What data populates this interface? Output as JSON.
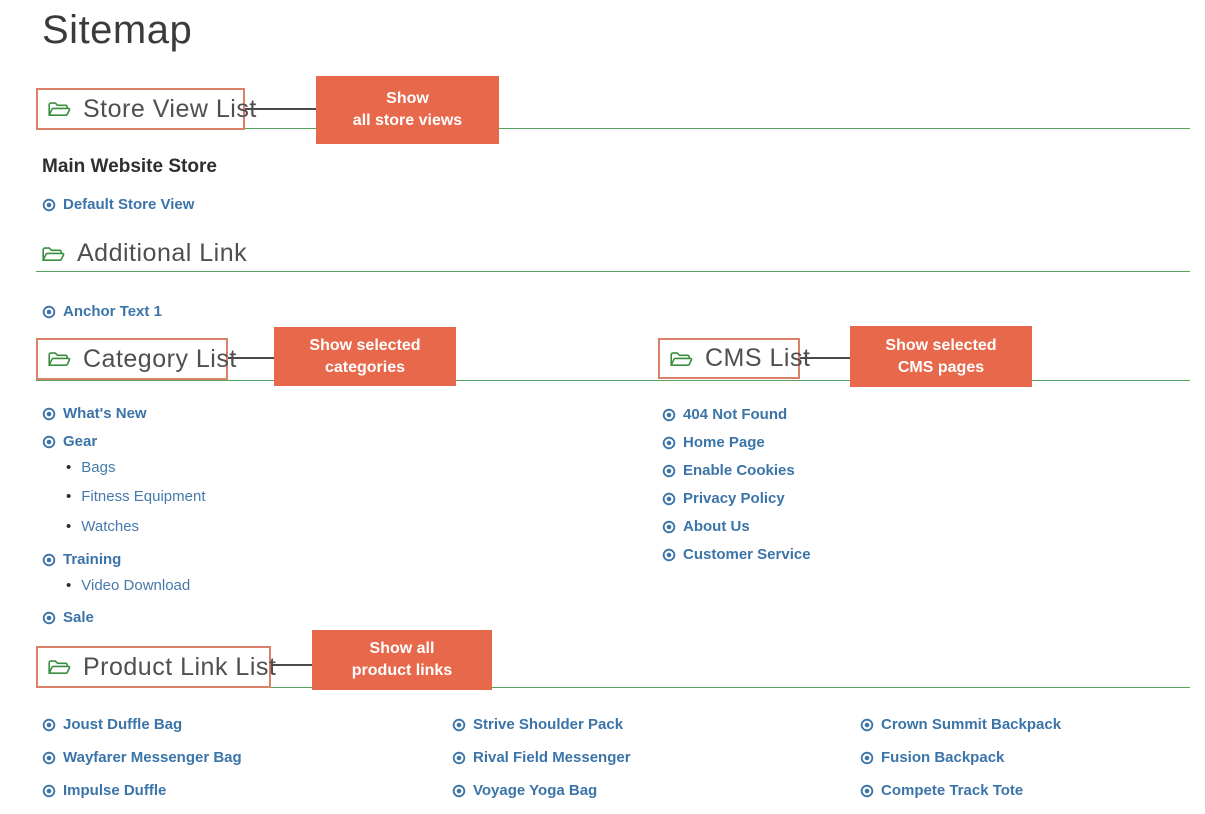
{
  "title": "Sitemap",
  "colors": {
    "callout_orange": "#e8684b",
    "outline_salmon": "#dd8069",
    "line_green": "#53a35d",
    "folder_green": "#3a8e3f",
    "link_blue": "#3b74a8",
    "connector_gray": "#4a4a4a"
  },
  "store_view": {
    "heading": "Store View List",
    "callout": [
      "Show",
      "all store views"
    ],
    "group_label": "Main Website Store",
    "items": [
      "Default Store View"
    ]
  },
  "additional": {
    "heading": "Additional Link",
    "items": [
      "Anchor Text 1"
    ]
  },
  "category": {
    "heading": "Category List",
    "callout": [
      "Show selected",
      "categories"
    ],
    "items": [
      "What's New",
      "Gear",
      "Bags",
      "Fitness Equipment",
      "Watches",
      "Training",
      "Video Download",
      "Sale"
    ]
  },
  "cms": {
    "heading": "CMS List",
    "callout": [
      "Show selected",
      "CMS pages"
    ],
    "items": [
      "404 Not Found",
      "Home Page",
      "Enable Cookies",
      "Privacy Policy",
      "About Us",
      "Customer Service"
    ]
  },
  "product": {
    "heading": "Product Link List",
    "callout": [
      "Show all",
      "product links"
    ],
    "columns": [
      [
        "Joust Duffle Bag",
        "Wayfarer Messenger Bag",
        "Impulse Duffle"
      ],
      [
        "Strive Shoulder Pack",
        "Rival Field Messenger",
        "Voyage Yoga Bag"
      ],
      [
        "Crown Summit Backpack",
        "Fusion Backpack",
        "Compete Track Tote"
      ]
    ]
  }
}
